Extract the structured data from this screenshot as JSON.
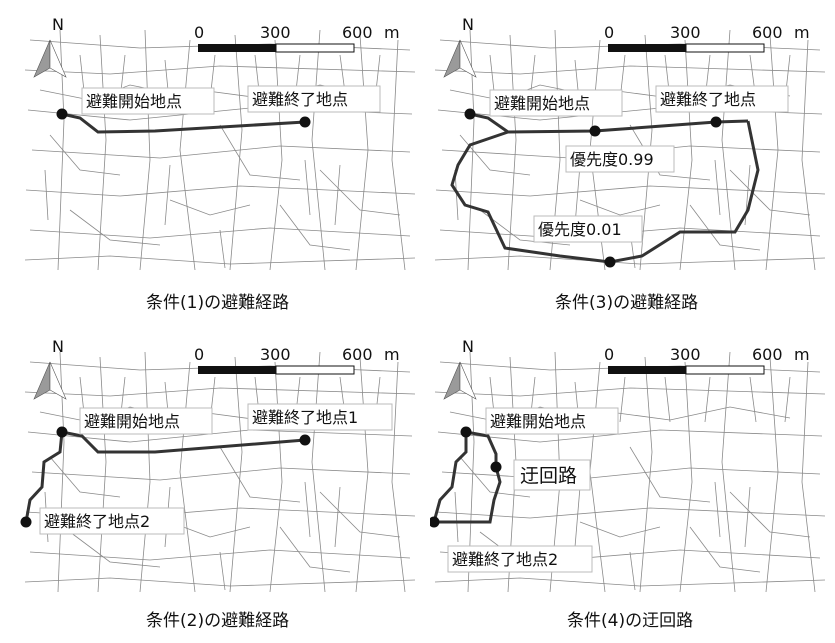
{
  "scale_bar": {
    "ticks": [
      "0",
      "300",
      "600"
    ],
    "unit": "m"
  },
  "north_label": "N",
  "panels": [
    {
      "caption": "条件(1)の避難経路",
      "labels": {
        "start": "避難開始地点",
        "end": "避難終了地点"
      }
    },
    {
      "caption": "条件(3)の避難経路",
      "labels": {
        "start": "避難開始地点",
        "end": "避難終了地点",
        "priority_high": "優先度0.99",
        "priority_low": "優先度0.01"
      }
    },
    {
      "caption": "条件(2)の避難経路",
      "labels": {
        "start": "避難開始地点",
        "end1": "避難終了地点1",
        "end2": "避難終了地点2"
      }
    },
    {
      "caption": "条件(4)の迂回路",
      "labels": {
        "start": "避難開始地点",
        "detour": "迂回路",
        "end2": "避難終了地点2"
      }
    }
  ]
}
